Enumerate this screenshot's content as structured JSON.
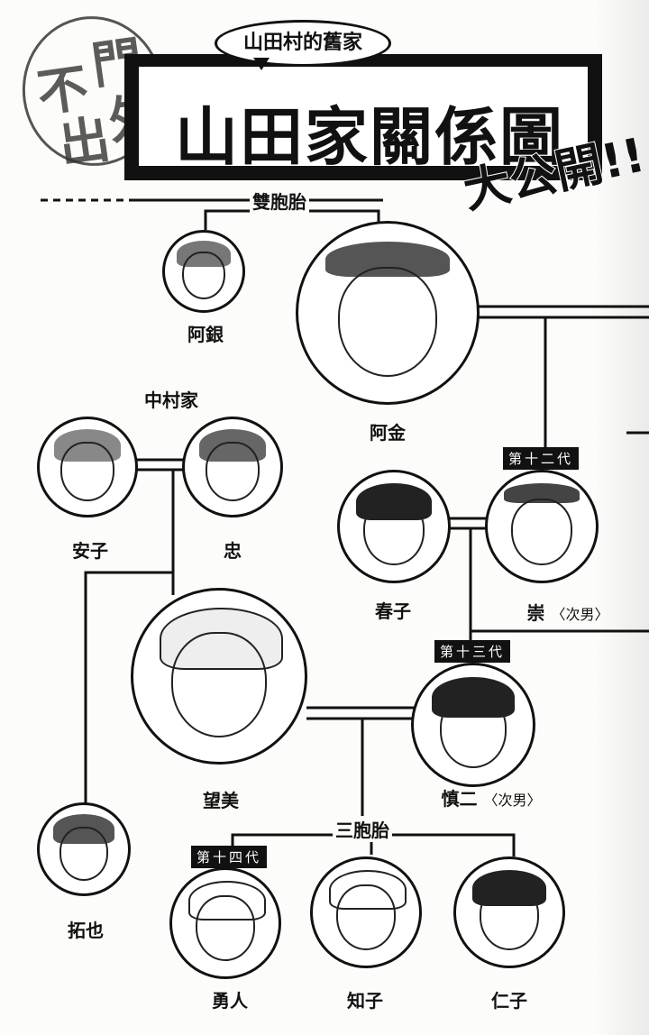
{
  "header": {
    "stamp": "門外不出",
    "subtitle": "山田村的舊家",
    "title": "山田家關係圖",
    "reveal": "大公開!!"
  },
  "relations": {
    "twins": "雙胞胎",
    "nakamura_family": "中村家",
    "triplets": "三胞胎"
  },
  "people": {
    "gin": {
      "name": "阿銀"
    },
    "kin": {
      "name": "阿金"
    },
    "yasuko": {
      "name": "安子"
    },
    "tadashi": {
      "name": "忠"
    },
    "haruko": {
      "name": "春子"
    },
    "takashi": {
      "name": "崇",
      "note": "〈次男〉",
      "generation": "第十二代"
    },
    "nozomi": {
      "name": "望美"
    },
    "shinji": {
      "name": "慎二",
      "note": "〈次男〉",
      "generation": "第十三代"
    },
    "takuya": {
      "name": "拓也"
    },
    "yuto": {
      "name": "勇人",
      "generation": "第十四代"
    },
    "tomoko": {
      "name": "知子"
    },
    "hitoko": {
      "name": "仁子"
    }
  }
}
